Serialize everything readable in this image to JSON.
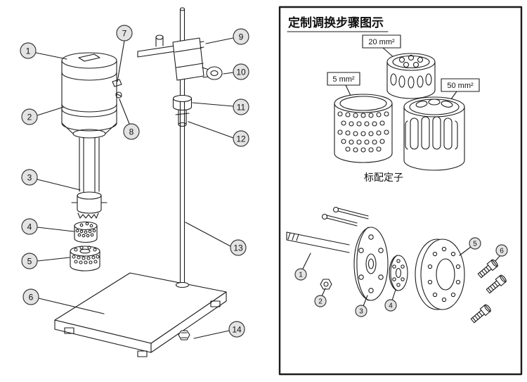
{
  "left": {
    "callouts": [
      "1",
      "2",
      "3",
      "4",
      "5",
      "6",
      "7",
      "8",
      "9",
      "10",
      "11",
      "12",
      "13",
      "14"
    ]
  },
  "right": {
    "title": "定制调换步骤图示",
    "labels": {
      "s5": "5 mm²",
      "s20": "20 mm²",
      "s50": "50 mm²"
    },
    "caption": "标配定子",
    "callouts": [
      "1",
      "2",
      "3",
      "4",
      "5",
      "6"
    ]
  }
}
